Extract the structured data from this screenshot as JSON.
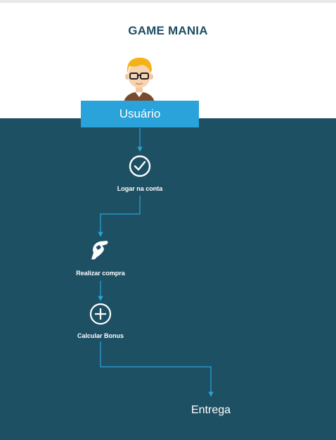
{
  "app": {
    "title": "GAME MANIA"
  },
  "actor": {
    "label": "Usuário",
    "icon": "user-avatar-icon"
  },
  "steps": [
    {
      "label": "Logar na conta",
      "icon": "check-circle-icon"
    },
    {
      "label": "Realizar compra",
      "icon": "hand-card-icon"
    },
    {
      "label": "Calcular Bonus",
      "icon": "plus-circle-icon"
    }
  ],
  "final": {
    "label": "Entrega"
  },
  "colors": {
    "panel": "#1e5064",
    "accent": "#2aa3da",
    "title": "#1e4f63",
    "connector": "#2aa3da"
  }
}
